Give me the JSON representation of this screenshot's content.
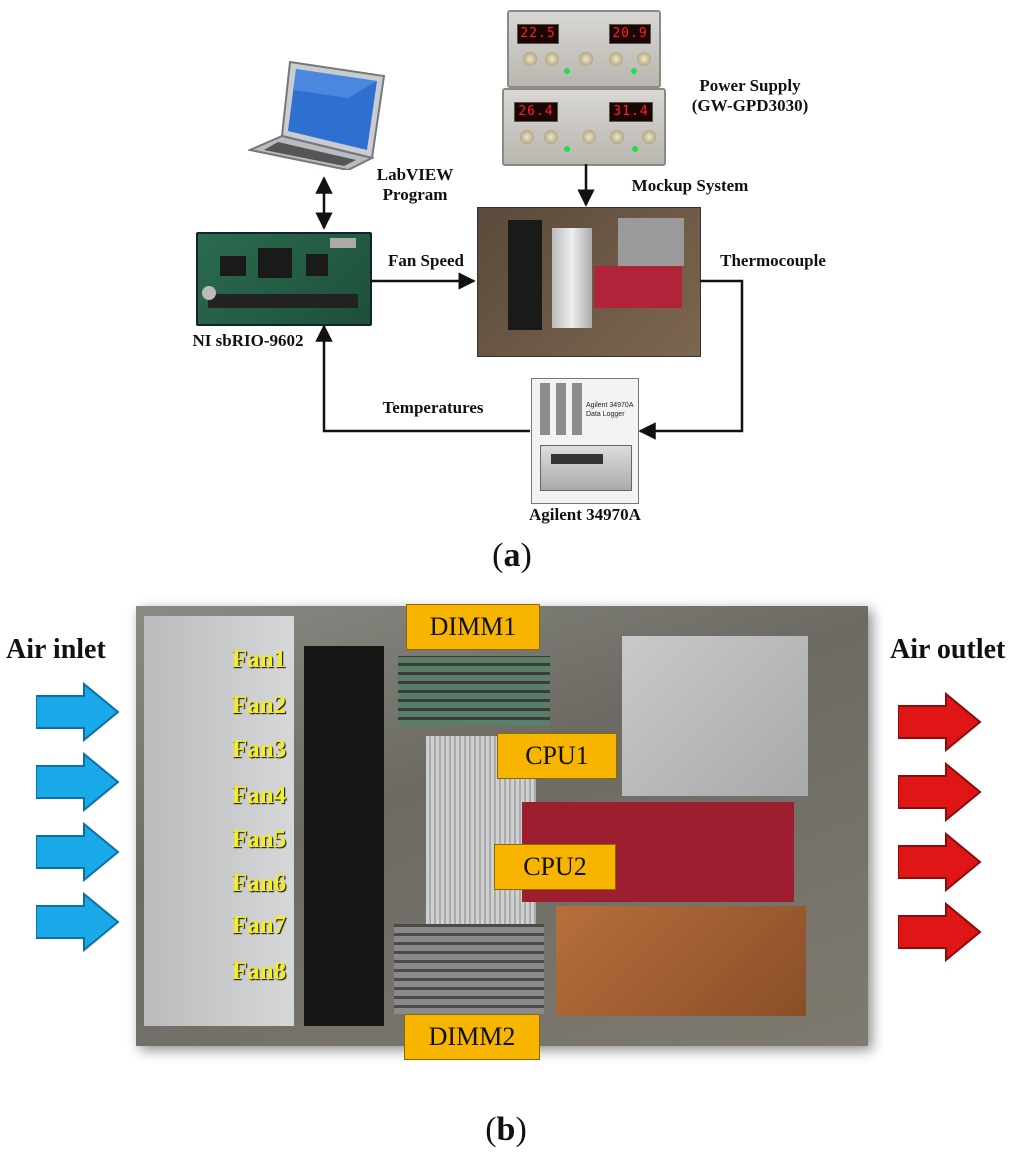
{
  "part_a": {
    "caption_letter": "a",
    "power_supply": {
      "label": "Power Supply\n(GW-GPD3030)",
      "unit_top": {
        "left": "22.5",
        "right": "20.9"
      },
      "unit_bottom": {
        "left": "26.4",
        "right": "31.4"
      }
    },
    "laptop_label": "LabVIEW\nProgram",
    "controller_label": "NI sbRIO-9602",
    "mockup_label": "Mockup  System",
    "logger_label": "Agilent  34970A",
    "logger_inset_text": "Agilent 34970A\nData Logger",
    "edges": {
      "fan_speed": "Fan  Speed",
      "thermocouple": "Thermocouple",
      "temperatures": "Temperatures"
    }
  },
  "part_b": {
    "caption_letter": "b",
    "air_inlet": "Air inlet",
    "air_outlet": "Air outlet",
    "fans": [
      "Fan1",
      "Fan2",
      "Fan3",
      "Fan4",
      "Fan5",
      "Fan6",
      "Fan7",
      "Fan8"
    ],
    "components": {
      "dimm1": "DIMM1",
      "dimm2": "DIMM2",
      "cpu1": "CPU1",
      "cpu2": "CPU2"
    }
  },
  "colors": {
    "inlet_arrow": "#19a9e8",
    "outlet_arrow": "#e01515",
    "tag": "#f7b500",
    "fan_text": "#f4ef1a"
  }
}
